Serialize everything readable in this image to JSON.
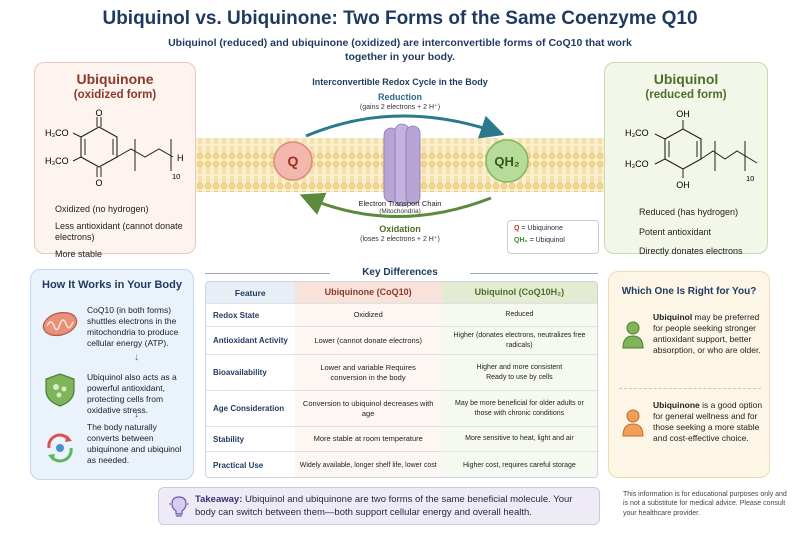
{
  "header": {
    "title": "Ubiquinol vs. Ubiquinone: Two Forms of the Same Coenzyme Q10",
    "subtitle": "Ubiquinol (reduced) and ubiquinone (oxidized) are interconvertible forms of CoQ10 that work together in your body."
  },
  "ubiquinone_panel": {
    "title": "Ubiquinone",
    "subtitle": "(oxidized form)",
    "bullets": [
      "Oxidized (no hydrogen)",
      "Less antioxidant (cannot donate electrons)",
      "More stable"
    ],
    "molecule": {
      "methoxy1": "H₃CO",
      "methoxy2": "H₃CO",
      "o1": "O",
      "o2": "O",
      "h": "H",
      "n": "10"
    }
  },
  "ubiquinol_panel": {
    "title": "Ubiquinol",
    "subtitle": "(reduced form)",
    "bullets": [
      "Reduced (has hydrogen)",
      "Potent antioxidant",
      "Directly donates electrons"
    ],
    "molecule": {
      "methoxy1": "H₃CO",
      "methoxy2": "H₃CO",
      "oh1": "OH",
      "oh2": "OH",
      "n": "10"
    }
  },
  "redox": {
    "title": "Interconvertible Redox Cycle in the Body",
    "reduction_label": "Reduction",
    "reduction_sub": "(gains 2 electrons + 2 H⁺)",
    "oxidation_label": "Oxidation",
    "oxidation_sub": "(loses 2 electrons + 2 H⁺)",
    "etc_label": "Electron Transport Chain",
    "etc_sub": "(Mitochondria)",
    "q_label": "Q",
    "qh2_label": "QH₂"
  },
  "legend": {
    "q_symbol": "Q",
    "q_text": " = Ubiquinone",
    "qh2_symbol": "QH₂",
    "qh2_text": " = Ubiquinol"
  },
  "how_it_works": {
    "title": "How It Works in Your Body",
    "items": [
      {
        "text": "CoQ10 (in both forms) shuttles electrons in the mitochondria to produce cellular energy (ATP).",
        "icon": "mitochondria-icon"
      },
      {
        "text": "Ubiquinol also acts as a powerful antioxidant, protecting cells from oxidative stress.",
        "icon": "shield-icon"
      },
      {
        "text": "The body naturally converts between ubiquinone and ubiquinol as needed.",
        "icon": "cycle-icon"
      }
    ]
  },
  "key_differences": {
    "title": "Key Differences",
    "headers": [
      "Feature",
      "Ubiquinone (CoQ10)",
      "Ubiquinol (CoQ10H₂)"
    ],
    "rows": [
      {
        "feature": "Redox State",
        "ubiquinone": "Oxidized",
        "ubiquinol": "Reduced"
      },
      {
        "feature": "Antioxidant Activity",
        "ubiquinone": "Lower (cannot donate electrons)",
        "ubiquinol": "Higher (donates electrons, neutralizes free radicals)"
      },
      {
        "feature": "Bioavailability",
        "ubiquinone": "Lower and variable Requires conversion in the body",
        "ubiquinol": "Higher and more consistent Ready to use by cells"
      },
      {
        "feature": "Age Consideration",
        "ubiquinone": "Conversion to ubiquinol decreases with age",
        "ubiquinol": "May be more beneficial for older adults or those with chronic conditions"
      },
      {
        "feature": "Stability",
        "ubiquinone": "More stable at room temperature",
        "ubiquinol": "More sensitive to heat, light and air"
      },
      {
        "feature": "Practical Use",
        "ubiquinone": "Widely available, longer shelf life, lower cost",
        "ubiquinol": "Higher cost, requires careful storage"
      }
    ]
  },
  "right_for_you": {
    "title": "Which One Is Right for You?",
    "item1_bold": "Ubiquinol",
    "item1_text": " may be preferred for people seeking stronger antioxidant support, better absorption, or who are older.",
    "item2_bold": "Ubiquinone",
    "item2_text": " is a good option for general wellness and for those seeking a more stable and cost-effective choice."
  },
  "takeaway": {
    "label": "Takeaway:",
    "text": " Ubiquinol and ubiquinone are two forms of the same beneficial molecule. Your body can switch between them—both support cellular energy and overall health."
  },
  "disclaimer": "This information is for educational purposes only and is not a substitute for medical advice. Please consult your healthcare provider.",
  "colors": {
    "title_navy": "#1e3a5f",
    "ubiquinone_red": "#8b3a2a",
    "ubiquinol_green": "#4b6e2a",
    "q_circle": "#f4b7ad",
    "qh2_circle": "#b7dc9a"
  }
}
